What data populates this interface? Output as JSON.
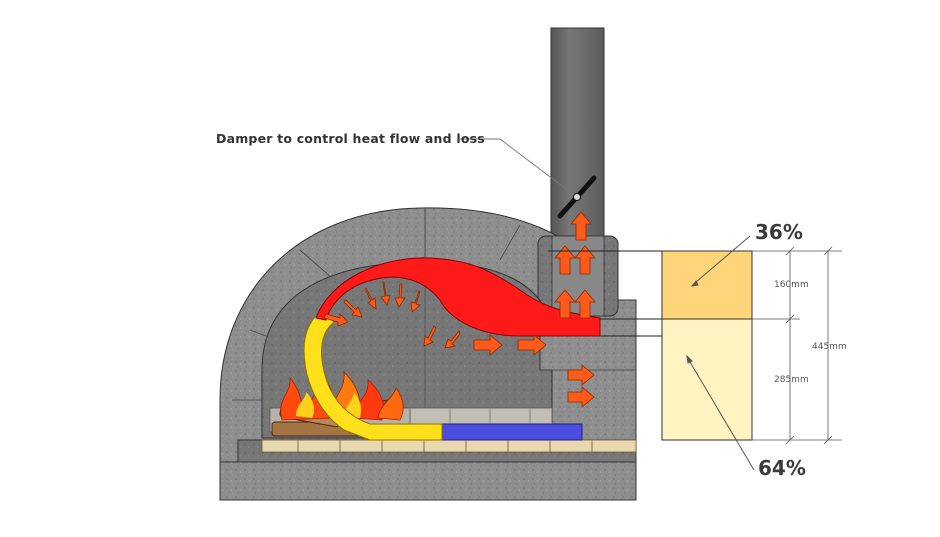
{
  "labels": {
    "damper": "Damper to control heat flow and loss",
    "percent_top": "36%",
    "percent_bottom": "64%",
    "dim_top": "160mm",
    "dim_bottom": "285mm",
    "dim_total": "445mm"
  },
  "colors": {
    "stone": "#8f8f8f",
    "stone_dark": "#6f6f6f",
    "chimney": "#6b6b6b",
    "hot_flow": "#ff1a1a",
    "warm_flow": "#ffe01a",
    "cold_flow": "#4a4de0",
    "arrow": "#ff5a1a",
    "upper_box": "#ffd57a",
    "lower_box": "#fff3c2",
    "floor_brick": "#e9d8ae"
  }
}
